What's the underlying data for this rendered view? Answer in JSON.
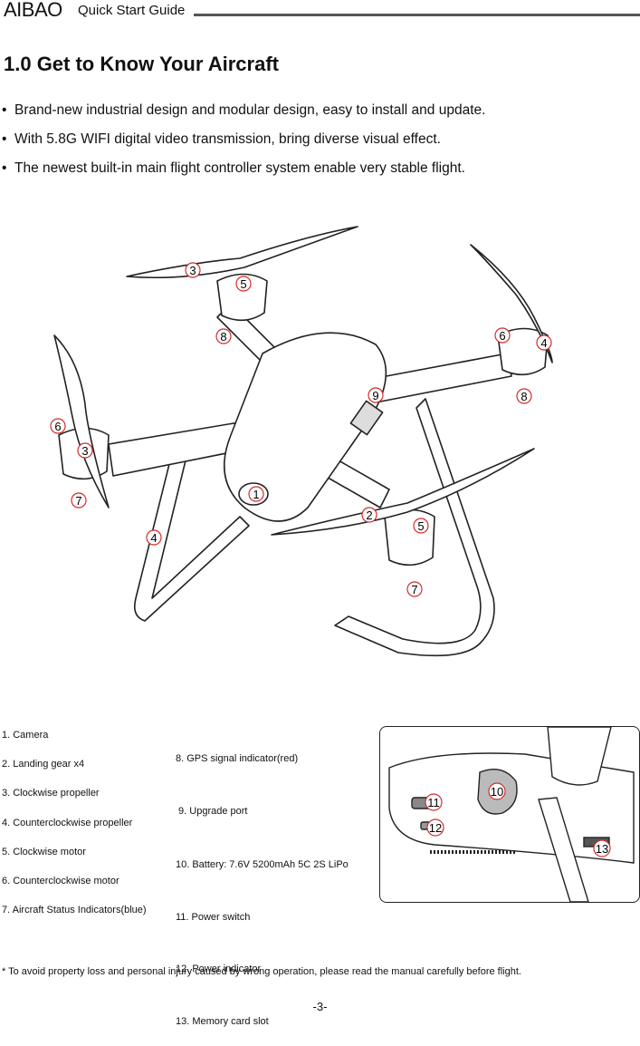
{
  "header": {
    "brand": "AIBAO",
    "guide_title": "Quick Start Guide"
  },
  "section_title": "1.0 Get to Know Your Aircraft",
  "bullets": [
    "Brand-new industrial design and modular design, easy to install and update.",
    "With 5.8G WIFI digital video transmission, bring diverse visual effect.",
    "The newest built-in main flight controller system enable very stable flight."
  ],
  "parts_left": [
    "1. Camera",
    "2. Landing gear x4",
    "3. Clockwise propeller",
    "4. Counterclockwise propeller",
    "5. Clockwise motor",
    "6. Counterclockwise motor",
    "7. Aircraft Status Indicators(blue)"
  ],
  "parts_right": [
    "8. GPS signal indicator(red)",
    " 9. Upgrade port",
    "10. Battery: 7.6V 5200mAh 5C 2S LiPo",
    "11. Power switch",
    "12. Power indicator",
    "13. Memory card slot"
  ],
  "callouts_main": [
    "1",
    "2",
    "3",
    "3",
    "4",
    "4",
    "5",
    "5",
    "6",
    "6",
    "7",
    "7",
    "8",
    "8",
    "9"
  ],
  "callouts_inset": [
    "10",
    "11",
    "12",
    "13"
  ],
  "accent_color": "#d42a2a",
  "footnote": "* To avoid property loss and personal injury caused by wrong operation, please read the manual carefully before flight.",
  "page_number": "-3-"
}
